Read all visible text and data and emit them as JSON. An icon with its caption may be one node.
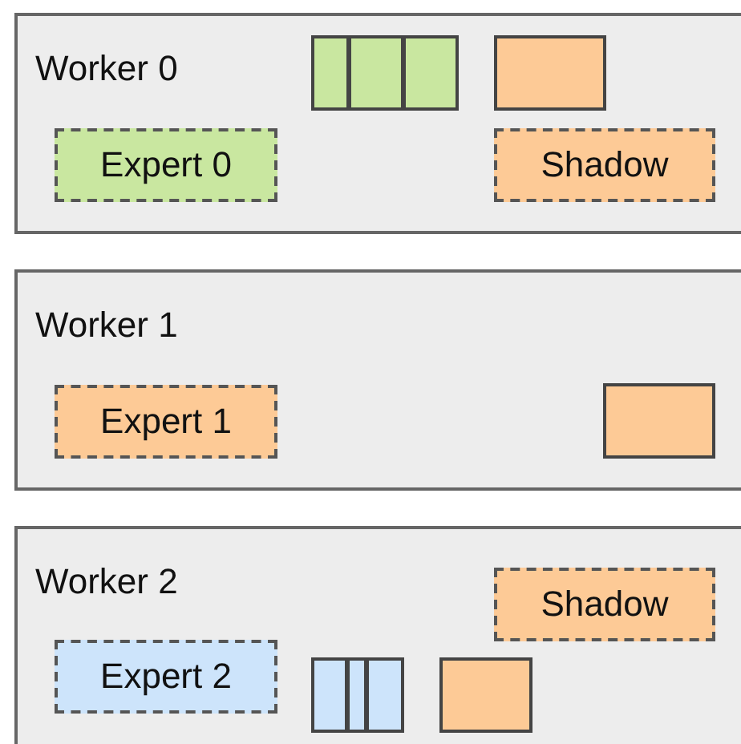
{
  "diagram": {
    "nodes": [
      {
        "text": [
          "Worker 0"
        ]
      },
      {
        "text": [],
        "shape": "box",
        "in": 0
      },
      {
        "text": [],
        "shape": "box",
        "in": 0
      },
      {
        "text": [],
        "shape": "box",
        "in": 0
      },
      {
        "text": [],
        "shape": "box",
        "in": 0
      },
      {
        "text": [
          "Expert 0"
        ],
        "in": 0
      },
      {
        "text": [
          "Shadow"
        ],
        "in": 0
      },
      {
        "text": [
          "Worker 1"
        ]
      },
      {
        "text": [
          "Expert 1"
        ],
        "in": 7
      },
      {
        "text": [],
        "shape": "box",
        "in": 7
      },
      {
        "text": [
          "Worker 2"
        ]
      },
      {
        "text": [
          "Shadow"
        ],
        "in": 10
      },
      {
        "text": [
          "Expert 2"
        ],
        "in": 10
      },
      {
        "text": [],
        "shape": "box",
        "in": 10
      },
      {
        "text": [],
        "shape": "box",
        "in": 10
      },
      {
        "text": [],
        "shape": "box",
        "in": 10
      },
      {
        "text": [],
        "shape": "box",
        "in": 10
      }
    ]
  }
}
